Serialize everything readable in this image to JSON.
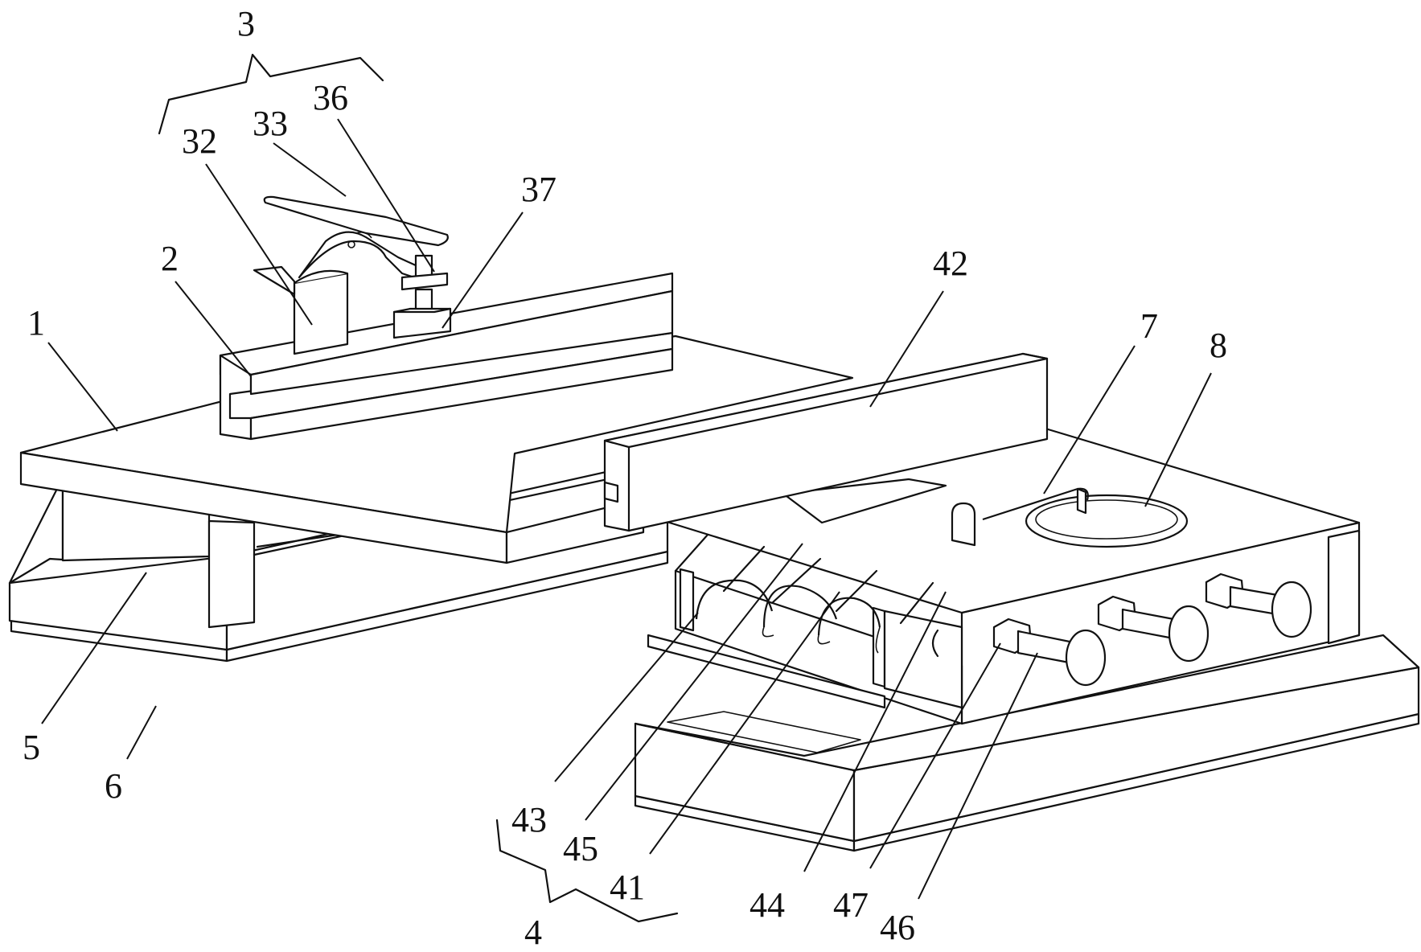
{
  "figure": {
    "type": "patent-isometric-drawing",
    "background": "#ffffff",
    "line_color": "#111111"
  },
  "labels": {
    "l1": "1",
    "l2": "2",
    "l3": "3",
    "l32": "32",
    "l33": "33",
    "l36": "36",
    "l37": "37",
    "l4": "4",
    "l41": "41",
    "l42": "42",
    "l43": "43",
    "l44": "44",
    "l45": "45",
    "l46": "46",
    "l47": "47",
    "l5": "5",
    "l6": "6",
    "l7": "7",
    "l8": "8"
  }
}
